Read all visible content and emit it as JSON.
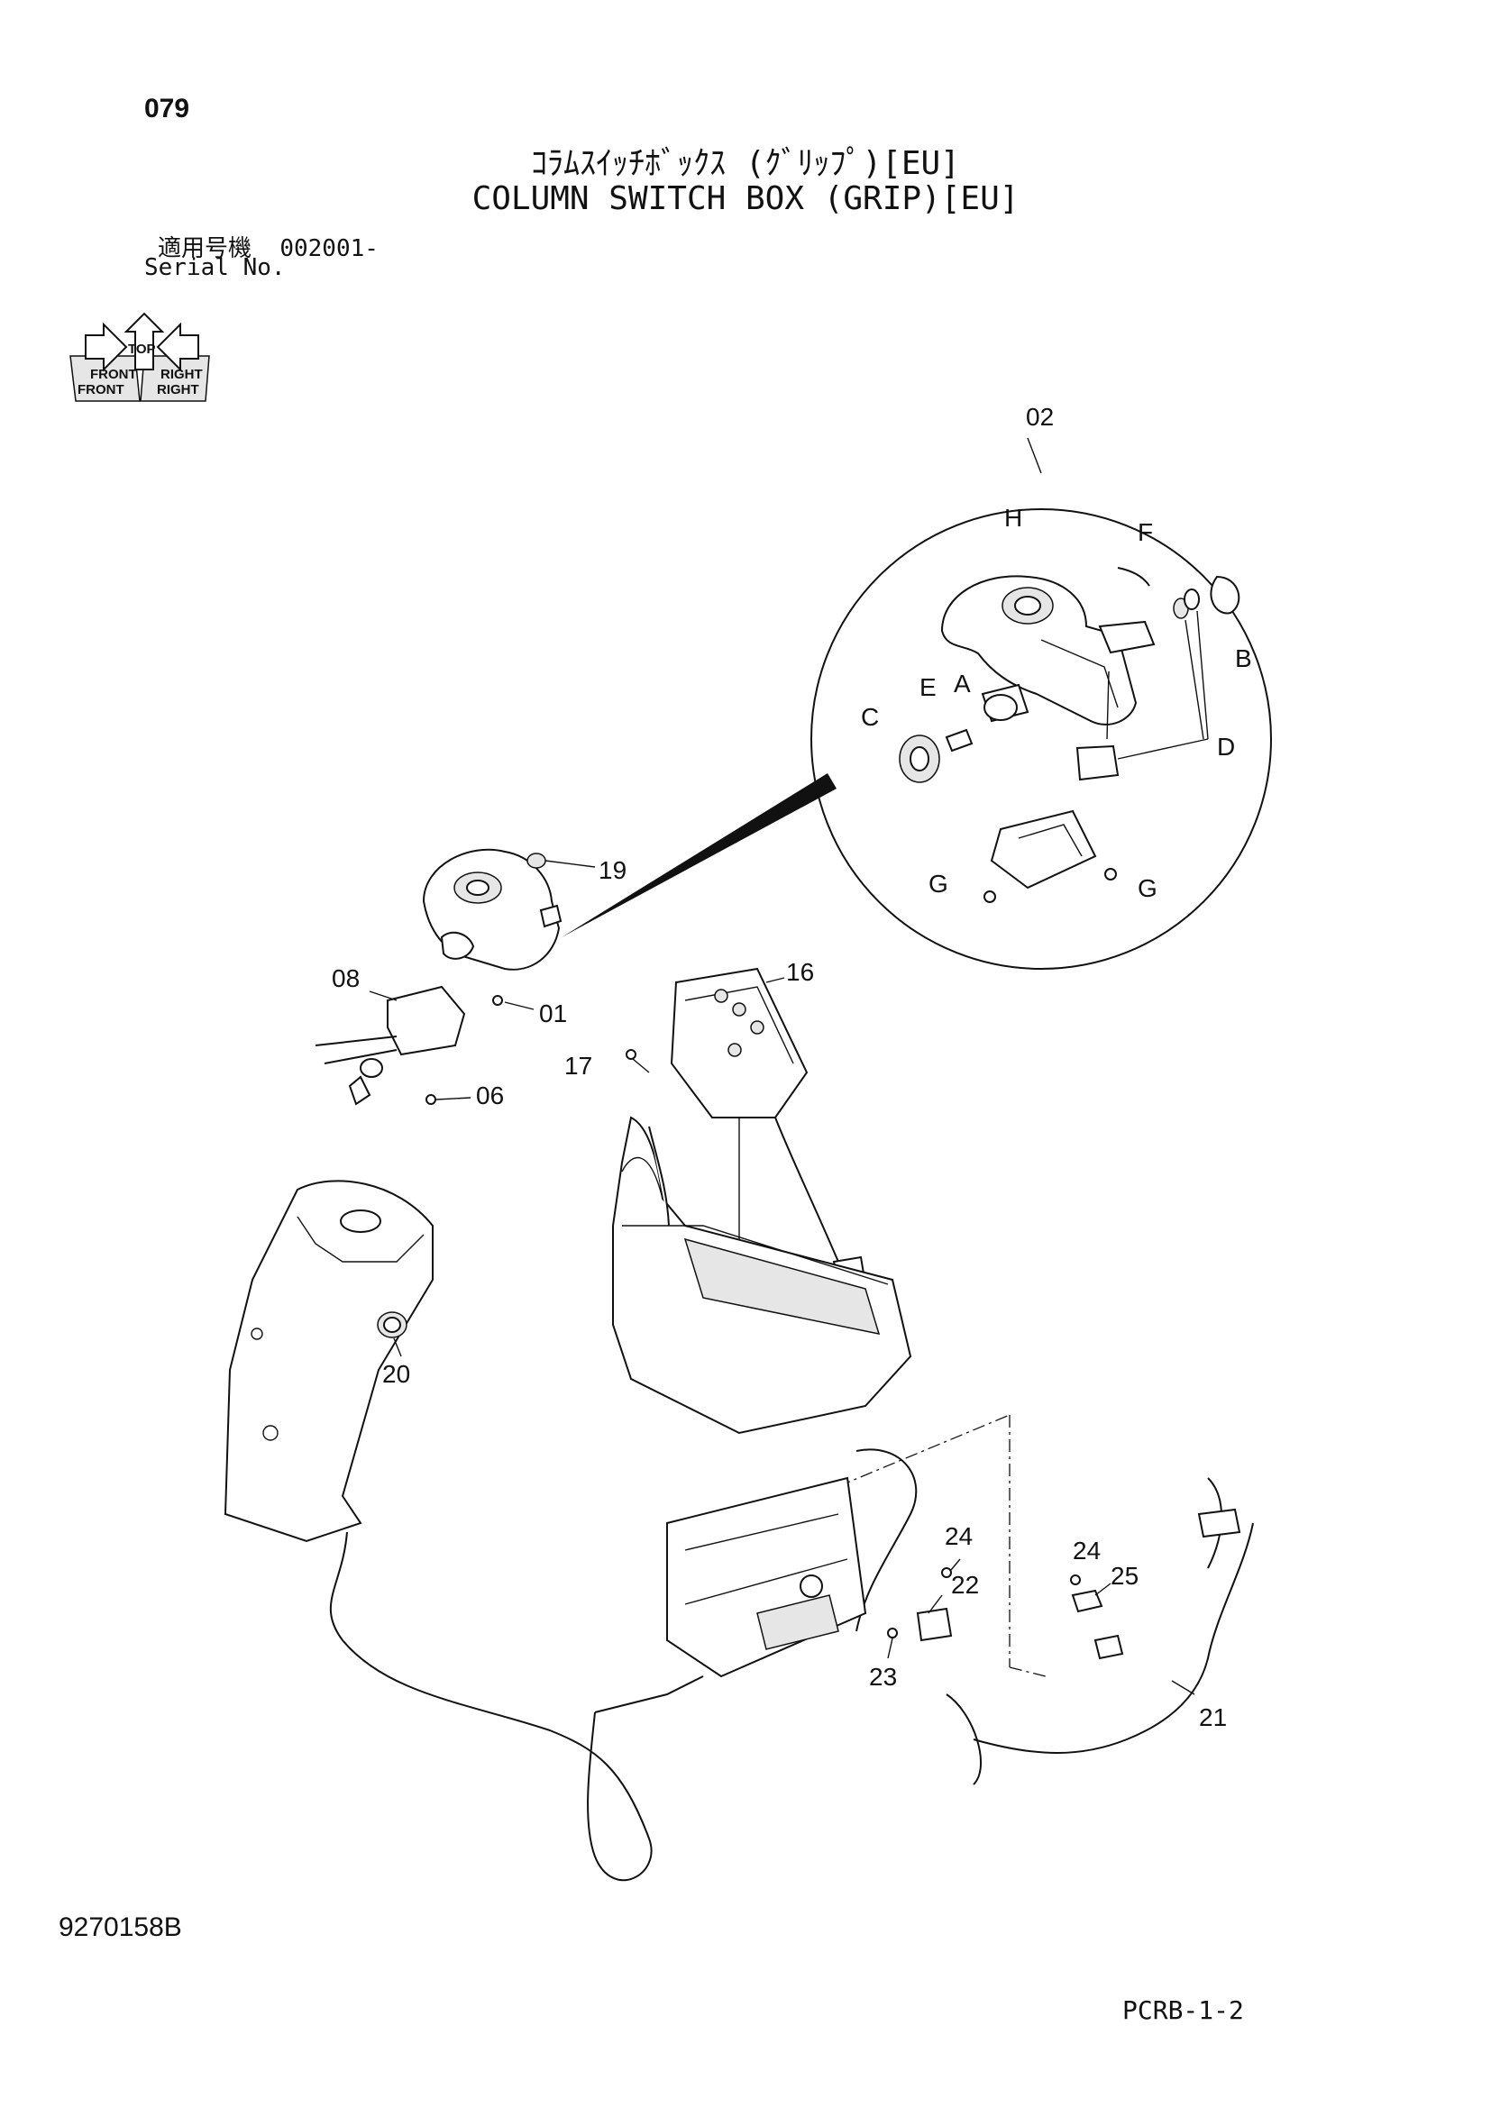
{
  "header": {
    "page_number": "079",
    "title_jp": "ｺﾗﾑｽｲｯﾁﾎﾞｯｸｽ (ｸﾞﾘｯﾌﾟ)[EU]",
    "title_en": "COLUMN SWITCH BOX (GRIP)[EU]",
    "serial_label_jp": "適用号機",
    "serial_value": "002001-",
    "serial_label_en": "Serial No."
  },
  "orientation_icon": {
    "labels": [
      "FRONT",
      "RIGHT",
      "TOP",
      "FRONT",
      "RIGHT"
    ]
  },
  "parts": {
    "detail_callout": "02",
    "detail_letters": [
      "A",
      "B",
      "C",
      "D",
      "E",
      "F",
      "G",
      "G",
      "H"
    ],
    "callouts": [
      "01",
      "06",
      "08",
      "16",
      "17",
      "19",
      "20",
      "21",
      "22",
      "23",
      "24",
      "24",
      "25"
    ]
  },
  "footer": {
    "drawing_number": "9270158B",
    "page_code": "PCRB-1-2"
  }
}
